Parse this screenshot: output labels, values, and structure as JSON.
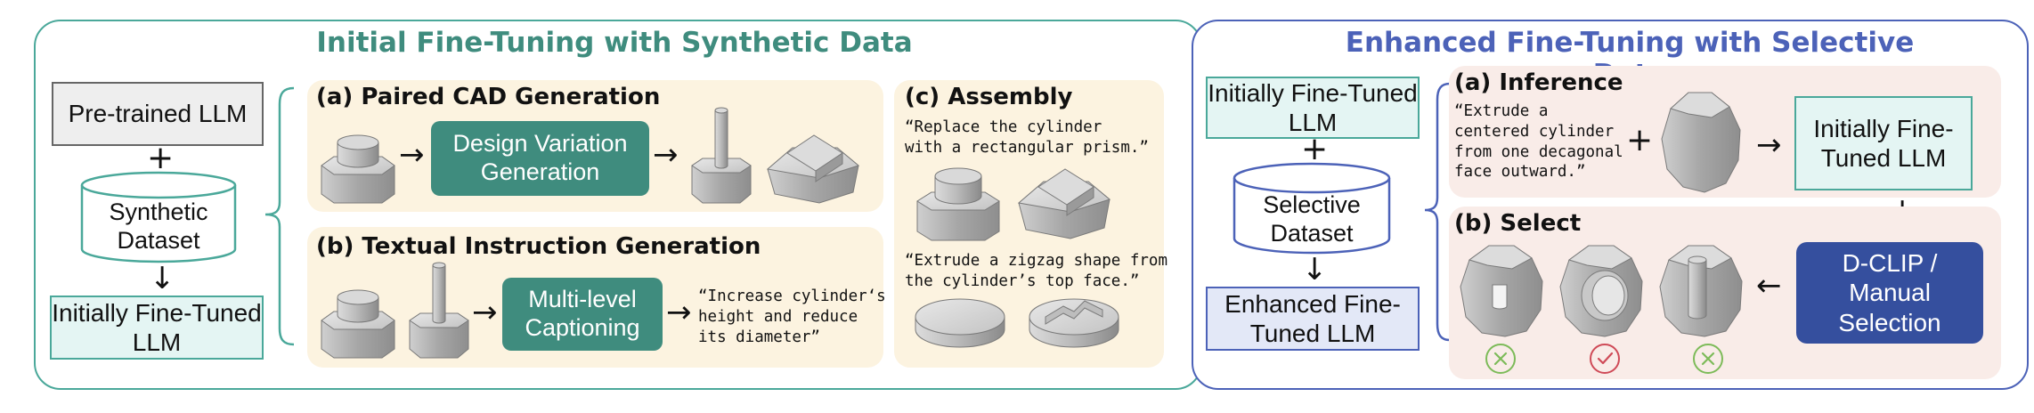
{
  "left_panel": {
    "title": "Initial Fine-Tuning with Synthetic Data",
    "pretrained": "Pre-trained LLM",
    "synthetic": "Synthetic Dataset",
    "initial": "Initially Fine-Tuned LLM",
    "sub_a": {
      "title": "(a) Paired CAD Generation",
      "box": "Design Variation Generation"
    },
    "sub_b": {
      "title": "(b) Textual Instruction Generation",
      "box": "Multi-level Captioning",
      "caption": "“Increase cylinder‘s\nheight and reduce\nits diameter”"
    },
    "sub_c": {
      "title": "(c) Assembly",
      "caption1": "“Replace the cylinder\nwith a rectangular prism.”",
      "caption2": "“Extrude a zigzag shape from\nthe cylinder’s top face.”"
    }
  },
  "right_panel": {
    "title": "Enhanced Fine-Tuning with Selective Data",
    "initial": "Initially Fine-Tuned LLM",
    "selective": "Selective Dataset",
    "enhanced": "Enhanced Fine-Tuned LLM",
    "sub_a": {
      "title": "(a) Inference",
      "caption": "“Extrude a\ncentered cylinder\nfrom one decagonal\nface outward.”",
      "box": "Initially Fine-Tuned LLM"
    },
    "sub_b": {
      "title": "(b) Select",
      "box": "D-CLIP / Manual Selection"
    }
  },
  "colors": {
    "teal": "#4aa89a",
    "teal_dark": "#3f8c7e",
    "light_teal": "#e4f5f3",
    "blue": "#4c62b8",
    "blue_dark": "#354f9e",
    "light_blue": "#e3e8f7",
    "cream": "#fcf3e0",
    "pink": "#f9ece8",
    "green": "#7dbb59",
    "red": "#cf4a57"
  },
  "icons": [
    "cad-hex-cylinder-icon",
    "cad-prism-icon",
    "cad-disc-icon",
    "cad-decagon-icon",
    "x-icon",
    "check-icon"
  ]
}
